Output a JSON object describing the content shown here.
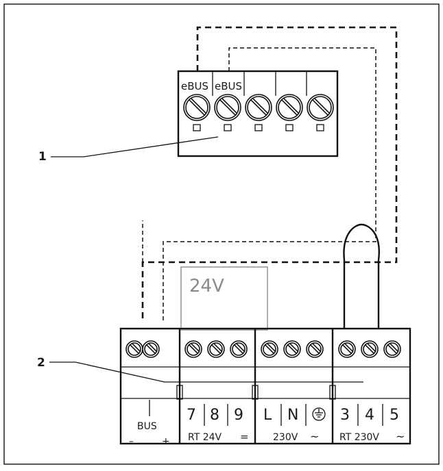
{
  "callouts": [
    "1",
    "2"
  ],
  "ebus_connector": {
    "labels": [
      "eBUS",
      "eBUS"
    ],
    "screw_count": 5
  },
  "voltage_module": {
    "label": "24V"
  },
  "terminal_strip": {
    "groups": [
      {
        "terminals": [
          ""
        ],
        "header": "BUS",
        "sub": [
          "–",
          "+"
        ],
        "screws": 2
      },
      {
        "terminals": [
          "7",
          "8",
          "9"
        ],
        "footer": "RT 24V",
        "footer_symbol": "=",
        "screws": 3
      },
      {
        "terminals": [
          "L",
          "N",
          "⏚"
        ],
        "footer": "230V",
        "footer_symbol": "~",
        "screws": 3
      },
      {
        "terminals": [
          "3",
          "4",
          "5"
        ],
        "footer": "RT 230V",
        "footer_symbol": "~",
        "screws": 3
      }
    ]
  }
}
